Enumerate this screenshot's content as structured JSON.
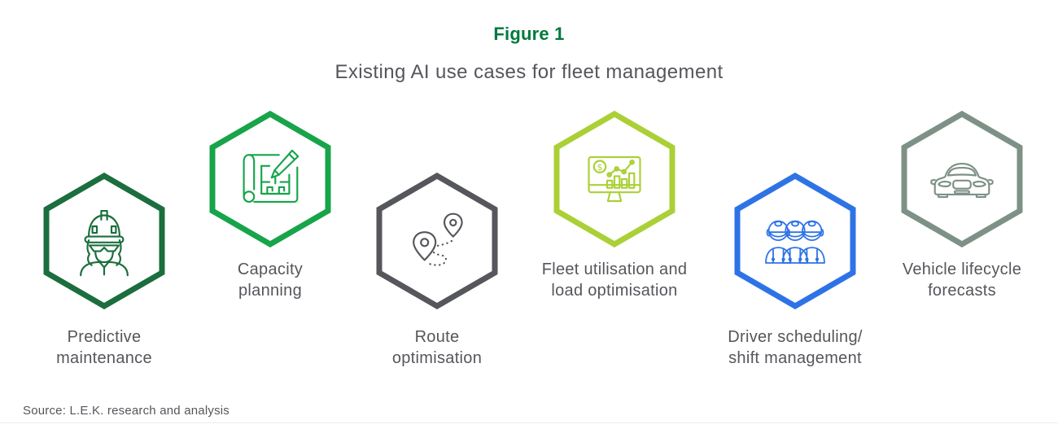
{
  "figure": {
    "label": "Figure 1",
    "title": "Existing AI use cases for fleet management"
  },
  "source": {
    "text": "Source: L.E.K. research and analysis"
  },
  "colors": {
    "figure_label": "#007A3D",
    "title_text": "#54565B",
    "label_text": "#54565B",
    "source_text": "#54565B",
    "divider": "#ECECEC"
  },
  "items": [
    {
      "label": "Predictive\nmaintenance",
      "icon": "worker-icon",
      "color": "#1B6E3D"
    },
    {
      "label": "Capacity\nplanning",
      "icon": "blueprint-icon",
      "color": "#18A44A"
    },
    {
      "label": "Route\noptimisation",
      "icon": "route-pins-icon",
      "color": "#55575C"
    },
    {
      "label": "Fleet utilisation and\nload optimisation",
      "icon": "monitor-chart-icon",
      "color": "#ABD037"
    },
    {
      "label": "Driver scheduling/\nshift management",
      "icon": "drivers-icon",
      "color": "#2E73E6"
    },
    {
      "label": "Vehicle lifecycle\nforecasts",
      "icon": "car-icon",
      "color": "#7E9186"
    }
  ]
}
